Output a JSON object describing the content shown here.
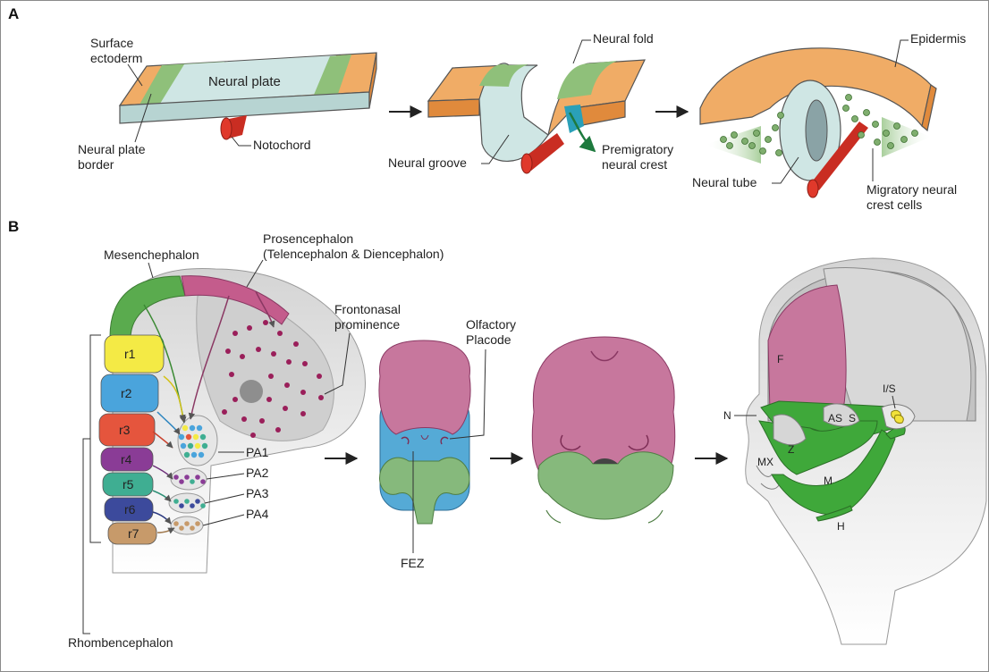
{
  "panels": {
    "a": "A",
    "b": "B"
  },
  "panel_a": {
    "surface_ectoderm_line1": "Surface",
    "surface_ectoderm_line2": "ectoderm",
    "neural_plate": "Neural plate",
    "neural_plate_border_line1": "Neural plate",
    "neural_plate_border_line2": "border",
    "notochord": "Notochord",
    "neural_fold": "Neural fold",
    "neural_groove": "Neural groove",
    "premigratory_line1": "Premigratory",
    "premigratory_line2": "neural crest",
    "epidermis": "Epidermis",
    "neural_tube": "Neural tube",
    "migratory_line1": "Migratory neural",
    "migratory_line2": "crest cells"
  },
  "panel_b": {
    "prosencephalon_line1": "Prosencephalon",
    "prosencephalon_line2": "(Telencephalon & Diencephalon)",
    "mesenchephalon": "Mesenchephalon",
    "frontonasal_line1": "Frontonasal",
    "frontonasal_line2": "prominence",
    "olfactory_line1": "Olfactory",
    "olfactory_line2": "Placode",
    "rhombomeres": [
      {
        "label": "r1",
        "color": "#f4ea45"
      },
      {
        "label": "r2",
        "color": "#4aa4dc"
      },
      {
        "label": "r3",
        "color": "#e5553d"
      },
      {
        "label": "r4",
        "color": "#8a3c96"
      },
      {
        "label": "r5",
        "color": "#3fae92"
      },
      {
        "label": "r6",
        "color": "#3c4a9c"
      },
      {
        "label": "r7",
        "color": "#c79a6a"
      }
    ],
    "arches": [
      "PA1",
      "PA2",
      "PA3",
      "PA4"
    ],
    "fez": "FEZ",
    "rhombencephalon": "Rhombencephalon",
    "skull": {
      "f": "F",
      "n": "N",
      "as": "AS",
      "s": "S",
      "is": "I/S",
      "mx": "MX",
      "z": "Z",
      "m": "M",
      "h": "H"
    }
  },
  "colors": {
    "ectoderm": "#f0ac66",
    "neural_plate": "#cfe6e4",
    "neural_plate_border": "#8fc07a",
    "notochord": "#e0392b",
    "premigratory": "#2aa0b8",
    "mesenchephalon": "#5aab4e",
    "prosencephalon": "#c45c8c",
    "pink_face": "#c7779d",
    "blue_face": "#55aad6",
    "green_face": "#86b97c",
    "green_bone": "#3fa83a",
    "crest_dots": "#9a1f5a",
    "grey_tissue": "#d2d2d2"
  }
}
